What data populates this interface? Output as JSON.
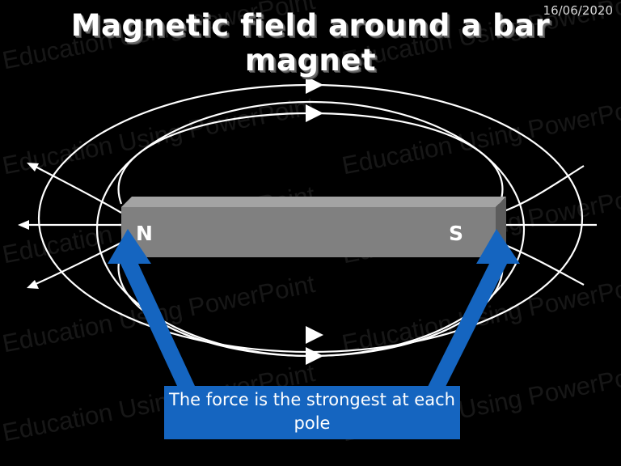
{
  "slide": {
    "date": "16/06/2020",
    "title": "Magnetic field around a bar magnet",
    "north_label": "N",
    "south_label": "S",
    "callout": "The force is the strongest at each pole",
    "watermark": "Education Using PowerPoint"
  },
  "colors": {
    "background": "#000000",
    "magnet": "#808080",
    "field_lines": "#ffffff",
    "arrows": "#1565c0"
  }
}
